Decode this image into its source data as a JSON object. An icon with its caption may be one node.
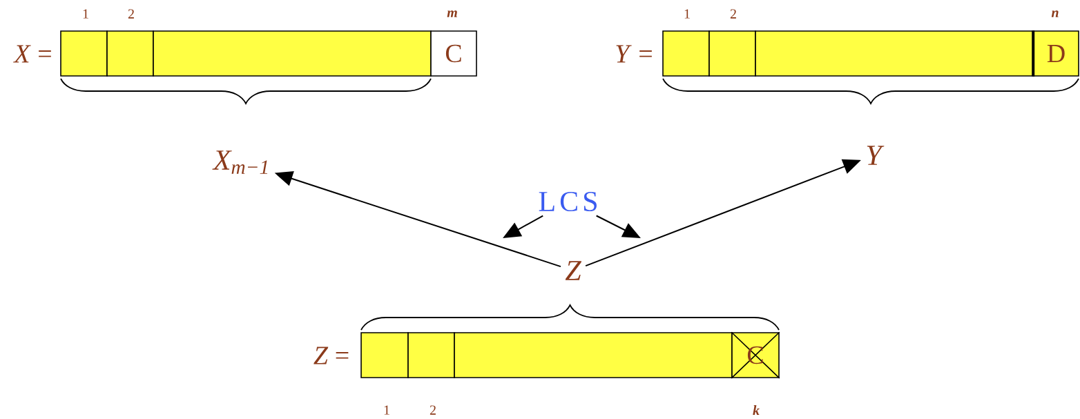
{
  "diagram": {
    "nodes": [
      {
        "text": [],
        "shape": "box",
        "beside": [
          "1"
        ]
      },
      {
        "text": [],
        "shape": "box",
        "beside": [
          "2"
        ]
      },
      {
        "text": [],
        "shape": "box"
      },
      {
        "text": [
          "C"
        ],
        "beside": [
          "m"
        ]
      },
      {
        "text": [],
        "shape": "box",
        "beside": [
          "1"
        ]
      },
      {
        "text": [],
        "shape": "box",
        "beside": [
          "2"
        ]
      },
      {
        "text": [],
        "shape": "box"
      },
      {
        "text": [
          "D"
        ],
        "beside": [
          "n"
        ]
      },
      {
        "text": [
          "X$_{m−1}$"
        ]
      },
      {
        "text": [
          "Y"
        ]
      },
      {
        "text": [
          "LCS"
        ]
      },
      {
        "text": [
          "Z"
        ]
      },
      {
        "text": [],
        "shape": "box",
        "beside": [
          "1"
        ]
      },
      {
        "text": [],
        "shape": "box",
        "beside": [
          "2"
        ]
      },
      {
        "text": [],
        "shape": "box"
      },
      {
        "text": [
          "C"
        ],
        "beside": [
          "k"
        ]
      }
    ],
    "edges": [
      {
        "from": 11,
        "to": 8,
        "arrow": "to"
      },
      {
        "from": 11,
        "to": 9,
        "arrow": "to"
      },
      {
        "from": 10,
        "to": null,
        "arrow": "to"
      },
      {
        "from": 10,
        "to": null,
        "arrow": "to"
      }
    ],
    "labels": [
      "*X* =",
      "*Y* =",
      "*Z* ="
    ]
  }
}
